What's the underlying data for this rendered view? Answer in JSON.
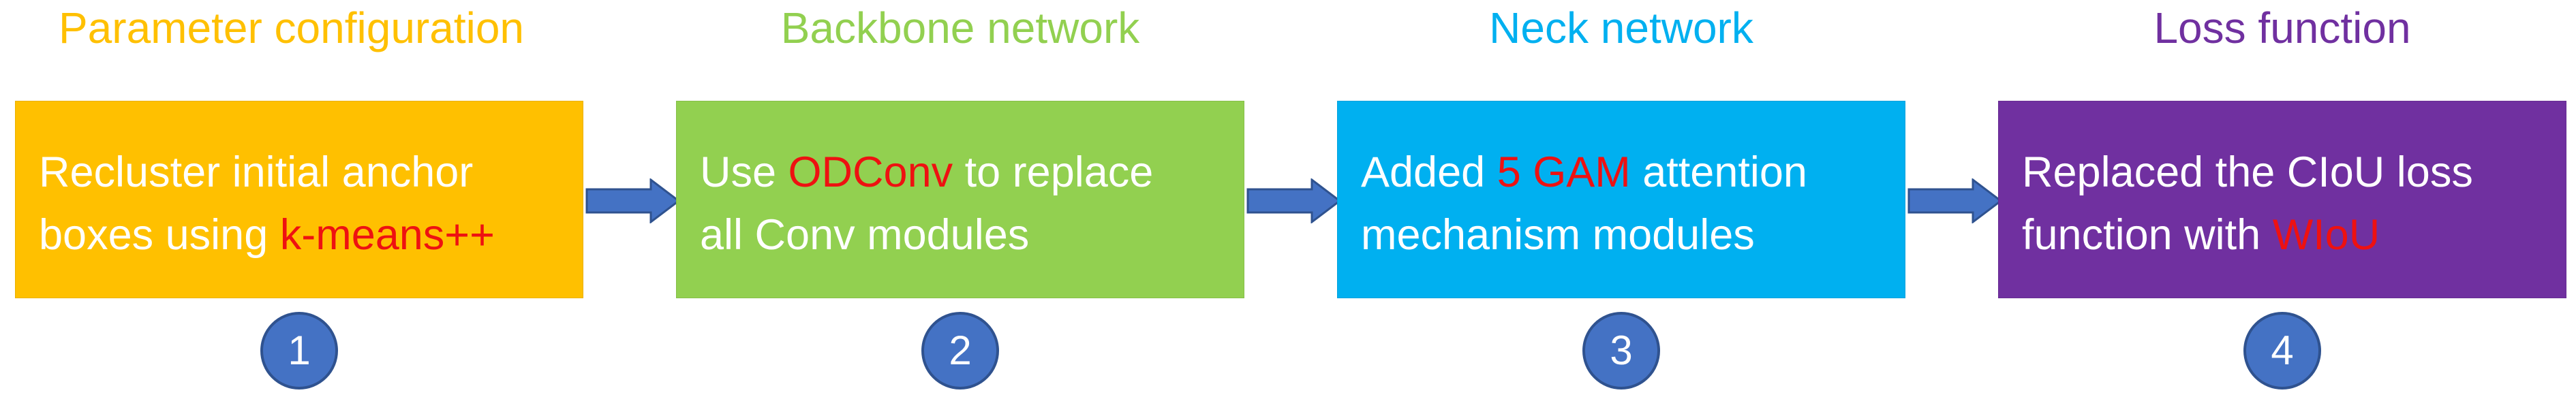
{
  "stages": [
    {
      "heading": "Parameter configuration",
      "heading_color": "#ffc000",
      "box_color": "#ffc000",
      "line1": {
        "a": "Recluster initial anchor",
        "hl": "",
        "b": ""
      },
      "line2": {
        "a": "boxes using ",
        "hl": "k-means++",
        "b": ""
      },
      "number": "1"
    },
    {
      "heading": "Backbone network",
      "heading_color": "#92d050",
      "box_color": "#92d050",
      "line1": {
        "a": "Use ",
        "hl": "ODConv",
        "b": " to replace"
      },
      "line2": {
        "a": "all Conv modules",
        "hl": "",
        "b": ""
      },
      "number": "2"
    },
    {
      "heading": "Neck network",
      "heading_color": "#00b0f0",
      "box_color": "#00b0f0",
      "line1": {
        "a": "Added ",
        "hl": "5 GAM",
        "b": " attention"
      },
      "line2": {
        "a": "mechanism modules",
        "hl": "",
        "b": ""
      },
      "number": "3"
    },
    {
      "heading": "Loss function",
      "heading_color": "#7030a0",
      "box_color": "#7030a0",
      "line1": {
        "a": "Replaced the CIoU loss",
        "hl": "",
        "b": ""
      },
      "line2": {
        "a": "function with ",
        "hl": "WIoU",
        "b": ""
      },
      "number": "4"
    }
  ],
  "colors": {
    "arrow_fill": "#4472c4",
    "arrow_stroke": "#2f528f",
    "badge_fill": "#4472c4",
    "highlight": "#ee1111"
  }
}
